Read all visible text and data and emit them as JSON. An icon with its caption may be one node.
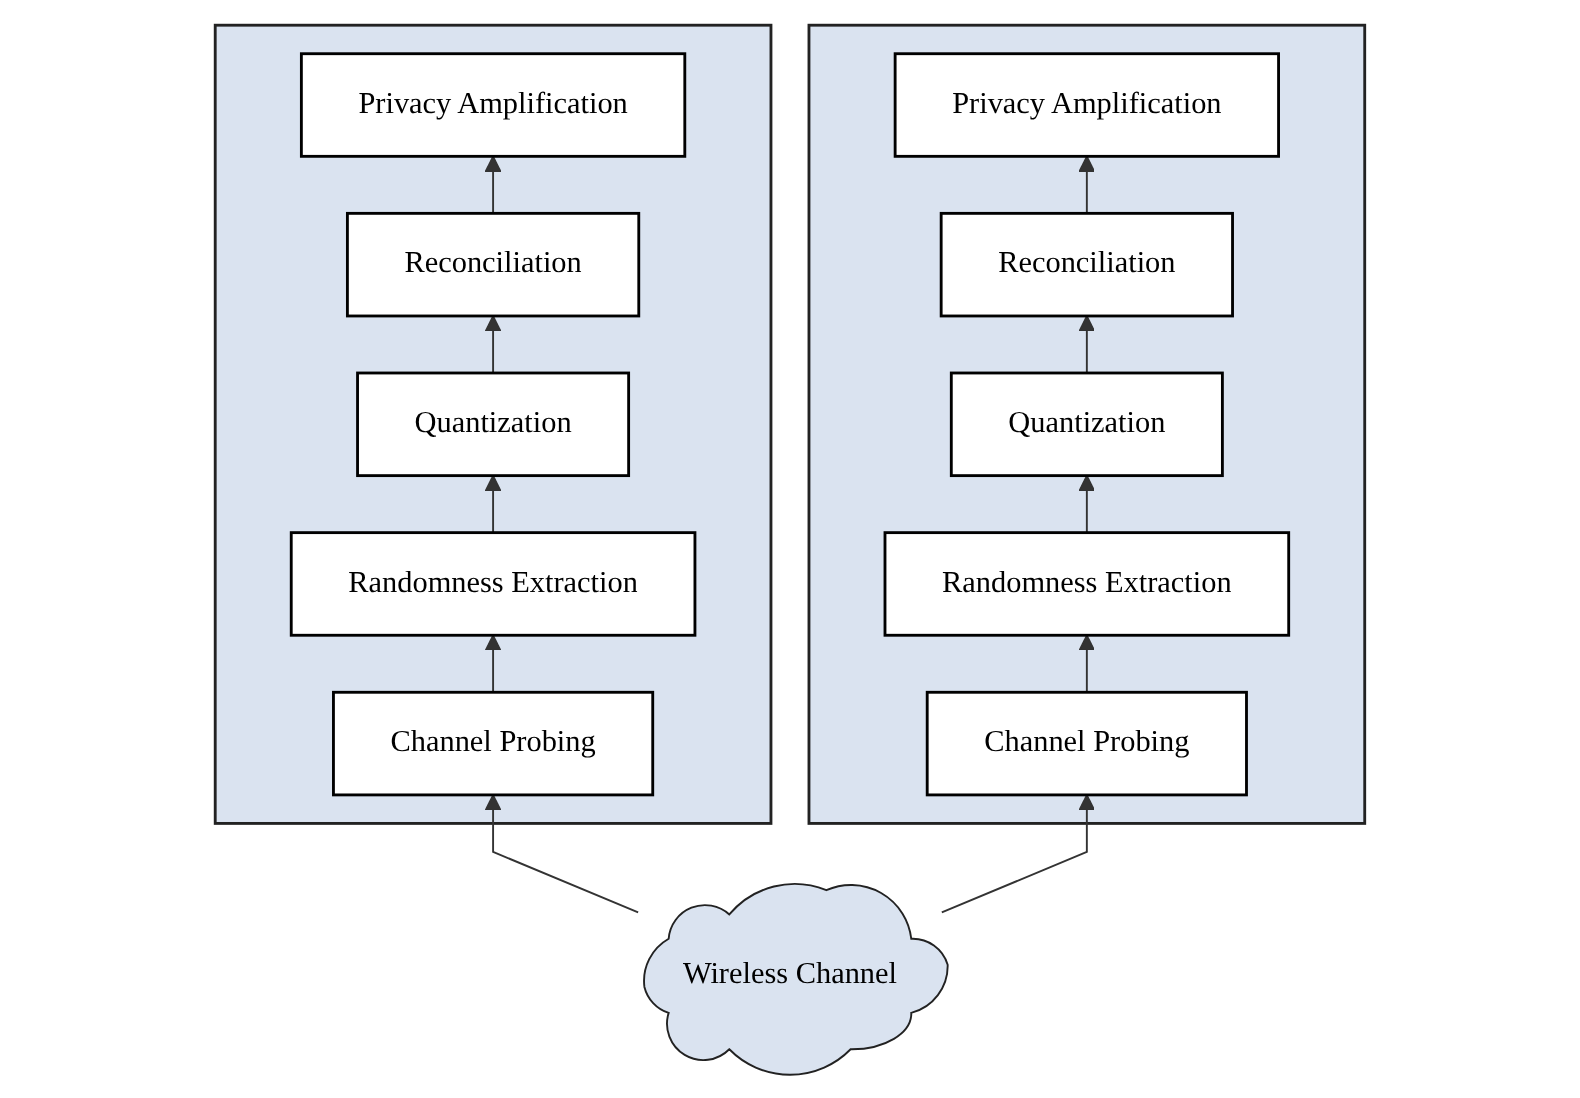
{
  "diagram": {
    "nodes": [
      {
        "text": [],
        "shape": "box"
      },
      {
        "text": [
          "Privacy Amplification"
        ],
        "in": 0
      },
      {
        "text": [
          "Reconciliation"
        ],
        "in": 0
      },
      {
        "text": [
          "Quantization"
        ],
        "in": 0
      },
      {
        "text": [
          "Randomness Extraction"
        ],
        "in": 0
      },
      {
        "text": [
          "Channel Probing"
        ],
        "in": 0
      },
      {
        "text": [
          "Wireless Channel"
        ]
      },
      {
        "text": [],
        "shape": "box"
      },
      {
        "text": [
          "Privacy Amplification"
        ],
        "in": 7
      },
      {
        "text": [
          "Reconciliation"
        ],
        "in": 7
      },
      {
        "text": [
          "Quantization"
        ],
        "in": 7
      },
      {
        "text": [
          "Randomness Extraction"
        ],
        "in": 7
      },
      {
        "text": [
          "Channel Probing"
        ],
        "in": 7
      }
    ],
    "edges": [
      {
        "from": 5,
        "to": 4,
        "arrow": "to"
      },
      {
        "from": 4,
        "to": 3,
        "arrow": "to"
      },
      {
        "from": 3,
        "to": 2,
        "arrow": "to"
      },
      {
        "from": 2,
        "to": 1,
        "arrow": "to"
      },
      {
        "from": 6,
        "to": 5,
        "arrow": "to"
      },
      {
        "from": 6,
        "to": 12,
        "arrow": "to"
      },
      {
        "from": 12,
        "to": 11,
        "arrow": "to"
      },
      {
        "from": 11,
        "to": 10,
        "arrow": "to"
      },
      {
        "from": 10,
        "to": 9,
        "arrow": "to"
      },
      {
        "from": 9,
        "to": 8,
        "arrow": "to"
      }
    ]
  }
}
